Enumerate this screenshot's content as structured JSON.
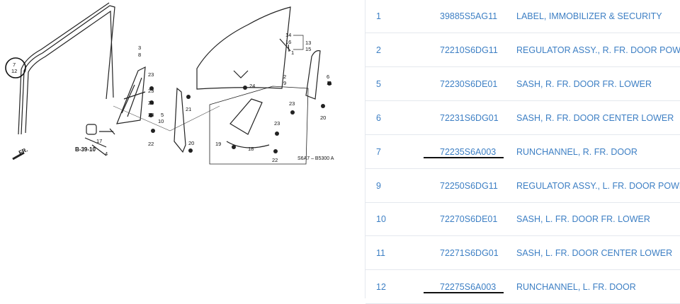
{
  "diagram": {
    "labels": [
      "1",
      "2",
      "3",
      "4",
      "5",
      "6",
      "7",
      "8",
      "9",
      "10",
      "11",
      "12",
      "13",
      "14",
      "15",
      "16",
      "17",
      "18",
      "19",
      "20",
      "21",
      "22",
      "23",
      "24"
    ],
    "ref_code": "B-39-10",
    "front_label": "FR.",
    "figure_code": "S6A7 – B5300 A",
    "circled_callout": [
      "7",
      "12"
    ]
  },
  "parts": [
    {
      "ref": "1",
      "part_no": "39885S5AG11",
      "description": "LABEL, IMMOBILIZER & SECURITY",
      "underlined": false
    },
    {
      "ref": "2",
      "part_no": "72210S6DG11",
      "description": "REGULATOR ASSY., R. FR. DOOR POWER",
      "underlined": false
    },
    {
      "ref": "5",
      "part_no": "72230S6DE01",
      "description": "SASH, R. FR. DOOR FR. LOWER",
      "underlined": false
    },
    {
      "ref": "6",
      "part_no": "72231S6DG01",
      "description": "SASH, R. FR. DOOR CENTER LOWER",
      "underlined": false
    },
    {
      "ref": "7",
      "part_no": "72235S6A003",
      "description": "RUNCHANNEL, R. FR. DOOR",
      "underlined": true
    },
    {
      "ref": "9",
      "part_no": "72250S6DG11",
      "description": "REGULATOR ASSY., L. FR. DOOR POWER",
      "underlined": false
    },
    {
      "ref": "10",
      "part_no": "72270S6DE01",
      "description": "SASH, L. FR. DOOR FR. LOWER",
      "underlined": false
    },
    {
      "ref": "11",
      "part_no": "72271S6DG01",
      "description": "SASH, L. FR. DOOR CENTER LOWER",
      "underlined": false
    },
    {
      "ref": "12",
      "part_no": "72275S6A003",
      "description": "RUNCHANNEL, L. FR. DOOR",
      "underlined": true
    }
  ]
}
